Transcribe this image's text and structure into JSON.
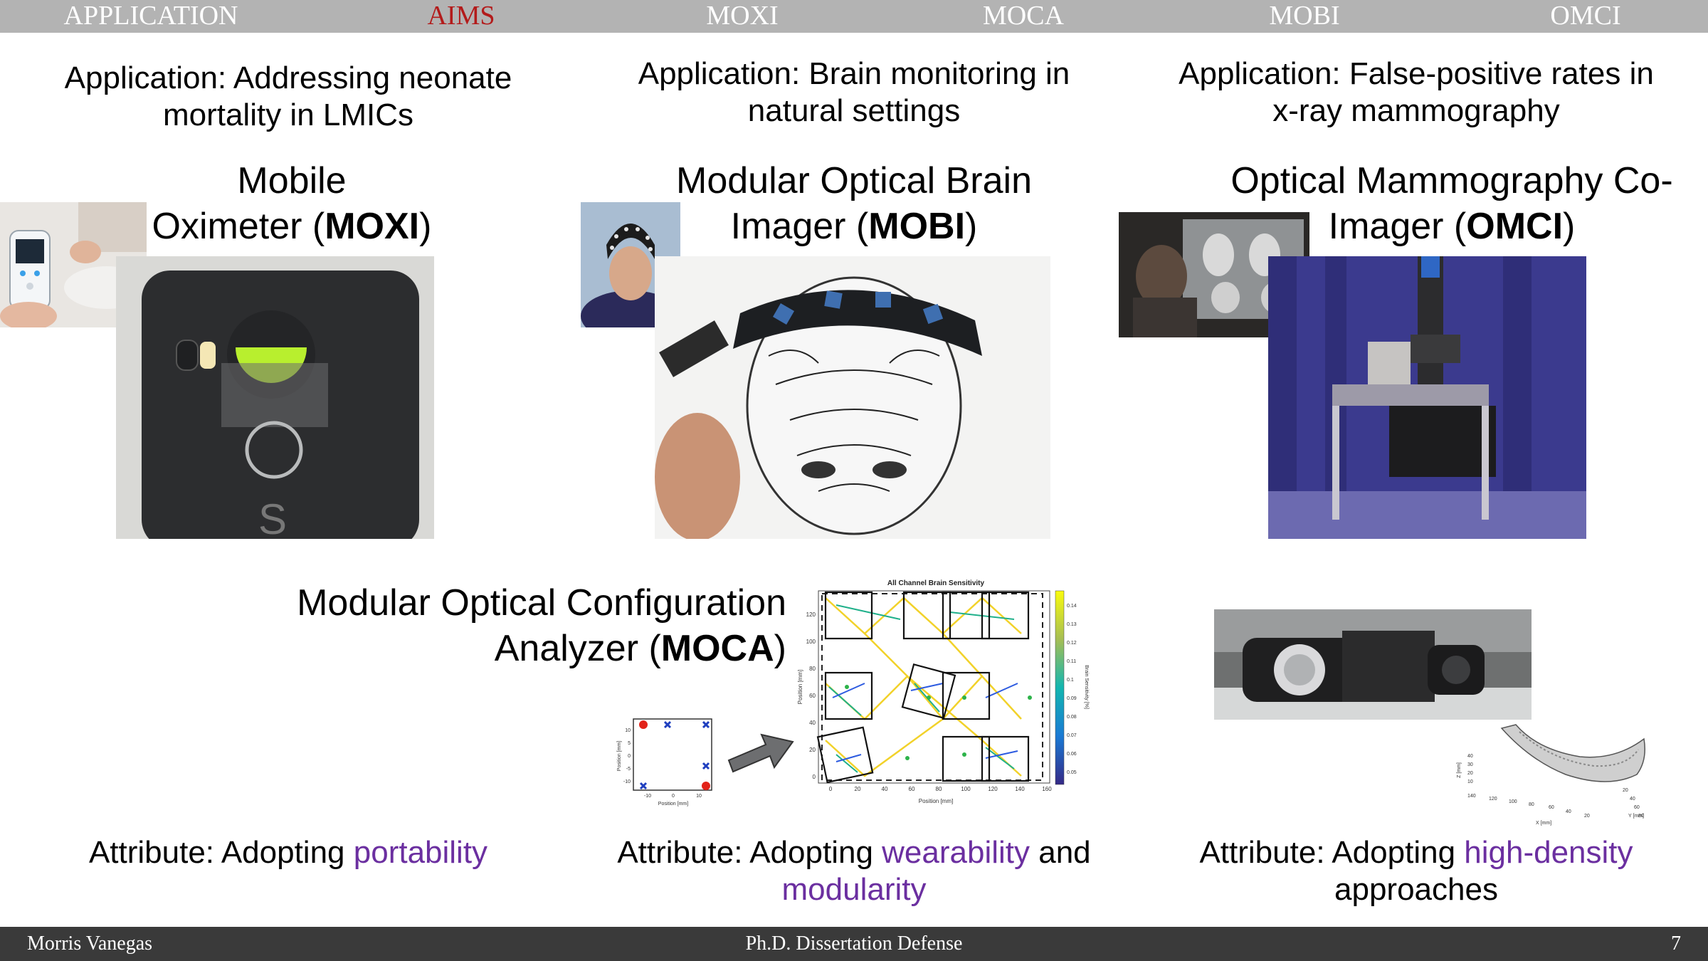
{
  "nav": {
    "items": [
      {
        "label": "APPLICATION",
        "active": false
      },
      {
        "label": "AIMS",
        "active": true
      },
      {
        "label": "MOXI",
        "active": false
      },
      {
        "label": "MOCA",
        "active": false
      },
      {
        "label": "MOBI",
        "active": false
      },
      {
        "label": "OMCI",
        "active": false
      }
    ],
    "active_color": "#b31b1b"
  },
  "columns": {
    "moxi": {
      "application_line1": "Application: Addressing neonate",
      "application_line2": "mortality in LMICs",
      "title_line1": "Mobile",
      "title_line2_pre": "Oximeter (",
      "title_bold": "MOXI",
      "title_post": ")",
      "attribute_pre": "Attribute: Adopting ",
      "attribute_highlight": "portability"
    },
    "mobi": {
      "application_line1": "Application: Brain monitoring in",
      "application_line2": "natural settings",
      "title_line1": "Modular Optical Brain",
      "title_line2_pre": "Imager (",
      "title_bold": "MOBI",
      "title_post": ")",
      "attribute_pre": "Attribute: Adopting ",
      "attribute_highlight": "wearability",
      "attribute_mid": " and",
      "attribute_highlight2": "modularity"
    },
    "omci": {
      "application_line1": "Application: False-positive rates in",
      "application_line2": "x-ray mammography",
      "title_line1": "Optical Mammography Co-",
      "title_line2_pre": "Imager (",
      "title_bold": "OMCI",
      "title_post": ")",
      "attribute_pre": "Attribute: Adopting ",
      "attribute_highlight": "high-density",
      "attribute_line2": "approaches"
    },
    "moca": {
      "title_line1": "Modular Optical Configuration",
      "title_line2_pre": "Analyzer (",
      "title_bold": "MOCA",
      "title_post": ")"
    }
  },
  "figures": {
    "sensitivity_title": "All Channel Brain Sensitivity",
    "position_mm": "Position [mm]",
    "brain_sensitivity_label": "Brain Sensitivity [%]",
    "colorbar_ticks": [
      "0.14",
      "0.13",
      "0.12",
      "0.11",
      "0.1",
      "0.09",
      "0.08",
      "0.07",
      "0.06",
      "0.05"
    ],
    "big_y_ticks": [
      "120",
      "100",
      "80",
      "60",
      "40",
      "20",
      "0"
    ],
    "big_x_ticks": [
      "0",
      "20",
      "40",
      "60",
      "80",
      "100",
      "120",
      "140",
      "160"
    ],
    "small_y_ticks": [
      "10",
      "5",
      "0",
      "-5",
      "-10"
    ],
    "small_x_ticks": [
      "-10",
      "0",
      "10"
    ],
    "point_cloud_x_label": "X [mm]",
    "point_cloud_y_label": "Y [mm]",
    "point_cloud_z_label": "Z [mm]",
    "point_cloud_x_ticks": [
      "140",
      "120",
      "100",
      "80",
      "60",
      "40",
      "20"
    ],
    "point_cloud_y_ticks": [
      "20",
      "40",
      "60",
      "80"
    ],
    "point_cloud_z_ticks": [
      "40",
      "30",
      "20",
      "10"
    ],
    "accent_purple": "#6b2fa0"
  },
  "footer": {
    "author": "Morris Vanegas",
    "event": "Ph.D. Dissertation Defense",
    "page": "7"
  }
}
